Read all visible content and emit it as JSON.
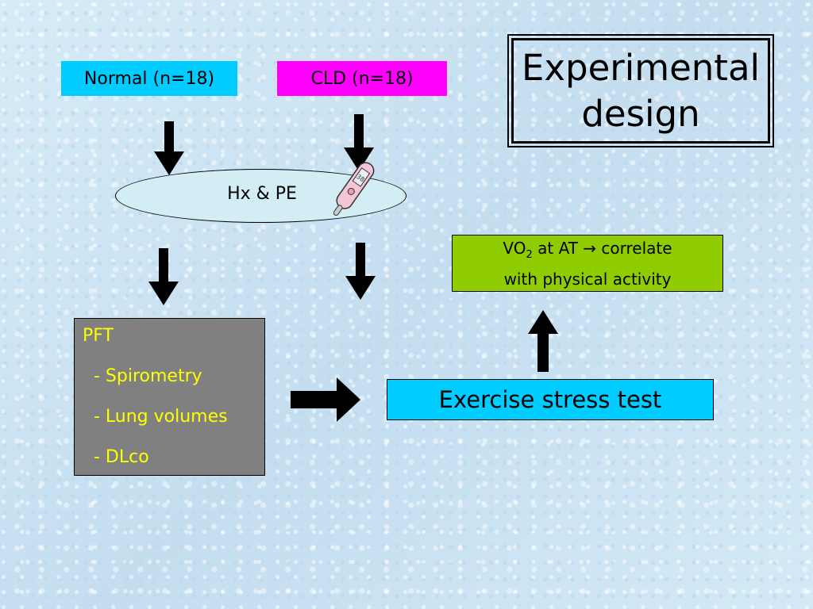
{
  "title": {
    "line1": "Experimental",
    "line2": "design"
  },
  "groups": {
    "normal": "Normal (n=18)",
    "cld": "CLD (n=18)"
  },
  "hx_pe": "Hx & PE",
  "vo2": {
    "prefix": "VO",
    "subscript": "2",
    "suffix": " at AT → correlate",
    "line2": "with physical activity"
  },
  "pft": {
    "heading": "PFT",
    "items": [
      "  - Spirometry",
      "  - Lung volumes",
      "  - DLco"
    ]
  },
  "exercise": "Exercise stress test",
  "colors": {
    "normal_fill": "#00ccff",
    "cld_fill": "#ff00ff",
    "vo2_fill": "#8fcc00",
    "pft_fill": "#808080",
    "pft_text": "#ffff00",
    "exercise_fill": "#00ccff",
    "ellipse_fill": "#d2edf3"
  },
  "icons": {
    "thermometer": "digital-thermometer-icon"
  }
}
